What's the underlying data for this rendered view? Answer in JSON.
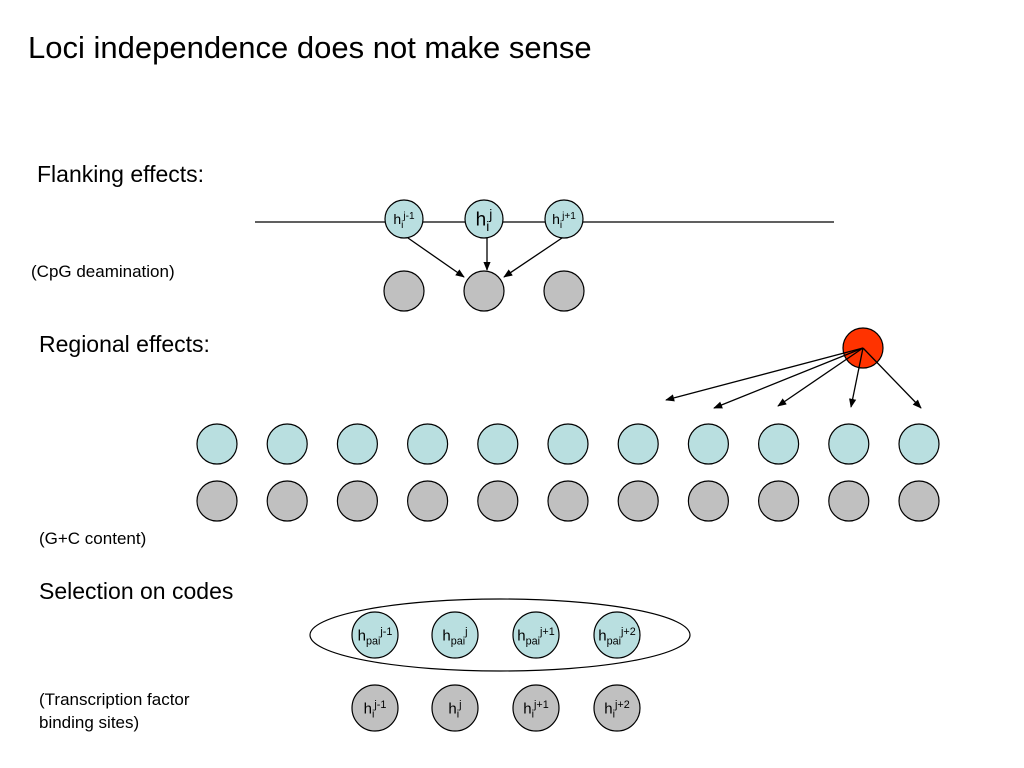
{
  "title": "Loci independence does not make sense",
  "sections": {
    "flanking": {
      "heading": "Flanking effects:",
      "note": "(CpG deamination)",
      "nodes": [
        {
          "base": "h",
          "sub": "i",
          "sup": "j-1"
        },
        {
          "base": "h",
          "sub": "i",
          "sup": "j"
        },
        {
          "base": "h",
          "sub": "i",
          "sup": "j+1"
        }
      ]
    },
    "regional": {
      "heading": "Regional effects:",
      "note": "(G+C content)",
      "node_count": 11
    },
    "selection": {
      "heading": "Selection on codes",
      "note_line1": "(Transcription factor",
      "note_line2": "binding sites)",
      "top_nodes": [
        {
          "base": "h",
          "sub": "pai",
          "sup": "j-1"
        },
        {
          "base": "h",
          "sub": "pai",
          "sup": "j"
        },
        {
          "base": "h",
          "sub": "pai",
          "sup": "j+1"
        },
        {
          "base": "h",
          "sub": "pai",
          "sup": "j+2"
        }
      ],
      "bottom_nodes": [
        {
          "base": "h",
          "sub": "i",
          "sup": "j-1"
        },
        {
          "base": "h",
          "sub": "i",
          "sup": "j"
        },
        {
          "base": "h",
          "sub": "i",
          "sup": "j+1"
        },
        {
          "base": "h",
          "sub": "i",
          "sup": "j+2"
        }
      ]
    }
  },
  "colors": {
    "hidden_node": "#b9dfe0",
    "observed_node": "#c0c0c0",
    "regional_source": "#ff3300",
    "stroke": "#000000"
  }
}
